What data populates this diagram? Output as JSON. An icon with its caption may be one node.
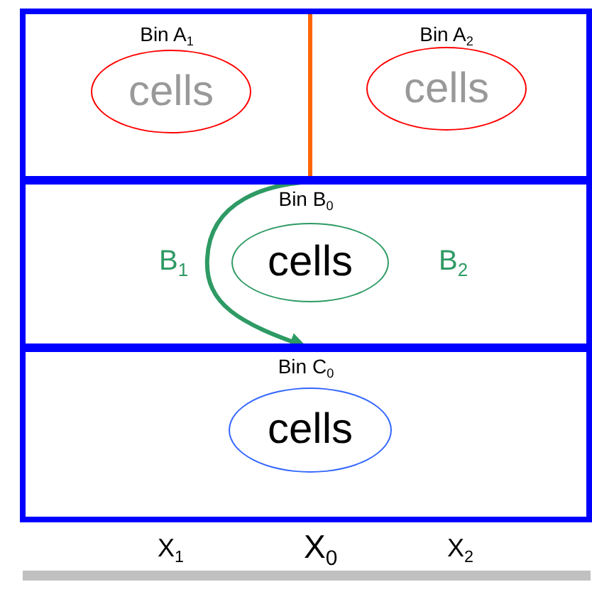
{
  "diagram": {
    "nodes": [
      {
        "text": [
          "Bin A$_{1}$"
        ]
      },
      {
        "text": [
          "cells"
        ],
        "in": 0
      },
      {
        "text": [
          "Bin A$_{2}$"
        ]
      },
      {
        "text": [
          "cells"
        ],
        "in": 2
      },
      {
        "text": [
          "Bin B$_{0}$"
        ]
      },
      {
        "text": [
          "cells"
        ],
        "in": 4
      },
      {
        "text": [
          "Bin C$_{0}$"
        ]
      },
      {
        "text": [
          "cells"
        ],
        "in": 6
      }
    ],
    "edges": [
      {
        "from": 4,
        "to": 6,
        "arrow": "to",
        "color": "#2e9a64"
      }
    ],
    "labels": [
      "B$_{1}$",
      "B$_{2}$",
      "X$_{1}$",
      "X$_{0}$",
      "X$_{2}$"
    ]
  }
}
